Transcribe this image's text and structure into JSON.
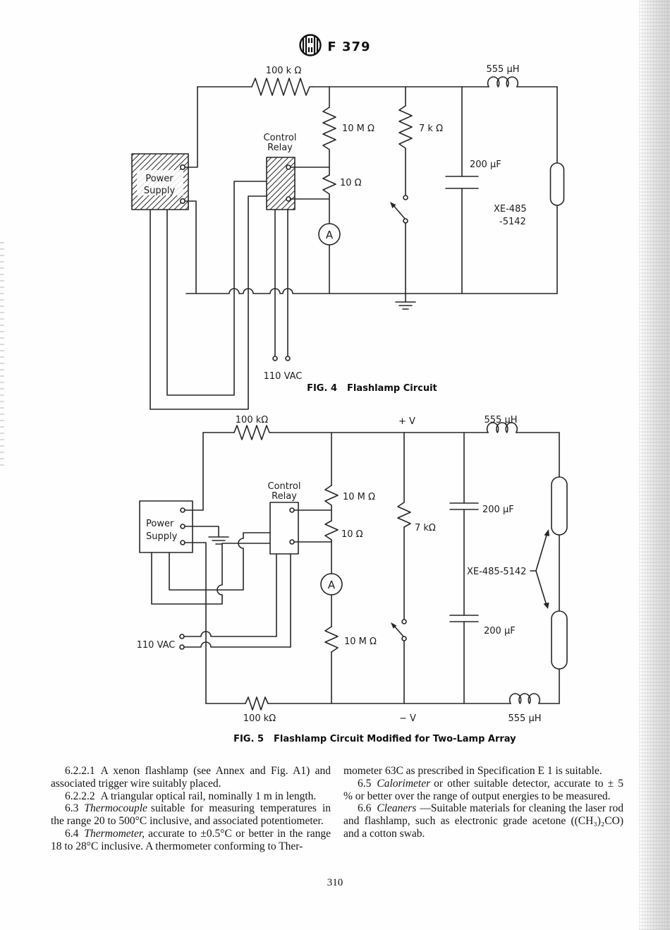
{
  "page": {
    "doc_code": "F 379",
    "page_number": "310"
  },
  "fig4": {
    "caption_fig": "FIG. 4",
    "caption_title": "Flashlamp Circuit",
    "labels": {
      "r_top": "100 k Ω",
      "l_top": "555 μH",
      "r_10m": "10 M Ω",
      "r_7k": "7 k Ω",
      "r_10": "10 Ω",
      "cap": "200 μF",
      "lamp_line1": "XE-485",
      "lamp_line2": "-5142",
      "relay_line1": "Control",
      "relay_line2": "Relay",
      "ps_line1": "Power",
      "ps_line2": "Supply",
      "ammeter": "A",
      "vac": "110 VAC"
    }
  },
  "fig5": {
    "caption_fig": "FIG. 5",
    "caption_title": "Flashlamp Circuit Modified for Two-Lamp Array",
    "labels": {
      "r_top": "100 kΩ",
      "plus_v": "+ V",
      "l_top": "555 μH",
      "r_10m_top": "10 M Ω",
      "relay_line1": "Control",
      "relay_line2": "Relay",
      "ps_line1": "Power",
      "ps_line2": "Supply",
      "r_10": "10 Ω",
      "r_7k": "7 kΩ",
      "cap_top": "200 μF",
      "lamp_label": "XE-485-5142",
      "ammeter": "A",
      "r_10m_bot": "10 M Ω",
      "cap_bot": "200 μF",
      "vac": "110 VAC",
      "r_bot": "100 kΩ",
      "minus_v": "− V",
      "l_bot": "555 μH"
    }
  },
  "body": {
    "left": [
      {
        "num": "6.2.2.1",
        "term": "",
        "rest": "A xenon flashlamp (see Annex and Fig. A1) and associated trigger wire suitably placed."
      },
      {
        "num": "6.2.2.2",
        "term": "",
        "rest": "A triangular optical rail, nominally 1 m in length."
      },
      {
        "num": "6.3",
        "term": "Thermocouple",
        "rest": "suitable for measuring temperatures in the range 20 to 500°C inclusive, and associated potentiometer."
      },
      {
        "num": "6.4",
        "term": "Thermometer,",
        "rest": "accurate to ±0.5°C or better in the range 18 to 28°C inclusive. A thermometer conforming to Ther-"
      }
    ],
    "right": [
      {
        "num": "",
        "term": "",
        "rest": "mometer 63C as prescribed in Specification E 1 is suitable."
      },
      {
        "num": "6.5",
        "term": "Calorimeter",
        "rest": "or other suitable detector, accurate to ± 5 % or better over the range of output energies to be measured."
      },
      {
        "num": "6.6",
        "term": "Cleaners",
        "rest": "—Suitable materials for cleaning the laser rod and flashlamp, such as electronic grade acetone ((CH₃)₂CO) and a cotton swab."
      }
    ]
  }
}
